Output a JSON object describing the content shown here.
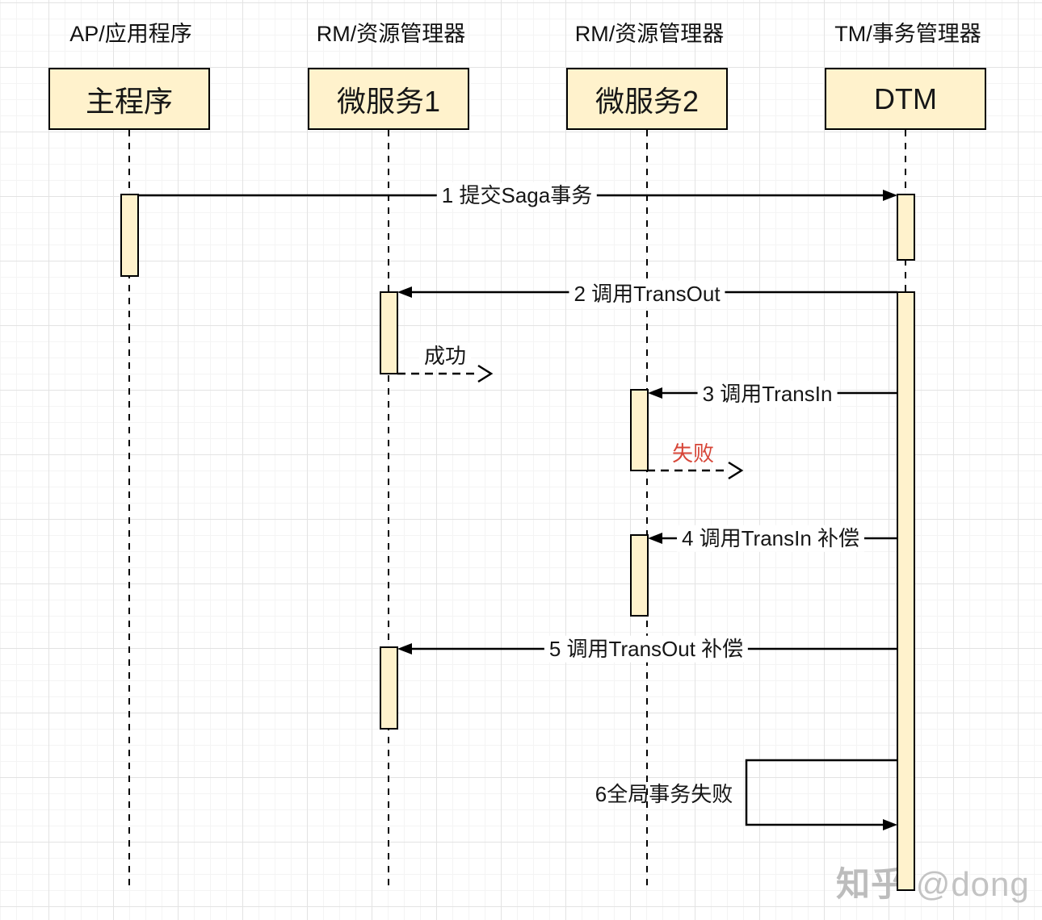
{
  "diagram": {
    "actors": [
      {
        "role": "AP/应用程序",
        "name": "主程序"
      },
      {
        "role": "RM/资源管理器",
        "name": "微服务1"
      },
      {
        "role": "RM/资源管理器",
        "name": "微服务2"
      },
      {
        "role": "TM/事务管理器",
        "name": "DTM"
      }
    ],
    "messages": [
      {
        "label": "1 提交Saga事务",
        "from": "主程序",
        "to": "DTM",
        "style": "solid"
      },
      {
        "label": "2 调用TransOut",
        "from": "DTM",
        "to": "微服务1",
        "style": "solid"
      },
      {
        "label": "成功",
        "from": "微服务1",
        "style": "dashed-return"
      },
      {
        "label": "3 调用TransIn",
        "from": "DTM",
        "to": "微服务2",
        "style": "solid"
      },
      {
        "label": "失败",
        "from": "微服务2",
        "style": "dashed-return",
        "color": "#d74638"
      },
      {
        "label": "4 调用TransIn 补偿",
        "from": "DTM",
        "to": "微服务2",
        "style": "solid"
      },
      {
        "label": "5 调用TransOut 补偿",
        "from": "DTM",
        "to": "微服务1",
        "style": "solid"
      },
      {
        "label": "6全局事务失败",
        "from": "DTM",
        "to": "DTM",
        "style": "self"
      }
    ],
    "colors": {
      "activation_fill": "#fff2cc",
      "stroke": "#000000",
      "fail_text": "#d74638",
      "grid_major": "#e3e3e3",
      "grid_minor": "#f4f4f4",
      "watermark": "#bdbdbd"
    },
    "watermark": {
      "brand": "知乎",
      "handle": "@dong"
    }
  }
}
